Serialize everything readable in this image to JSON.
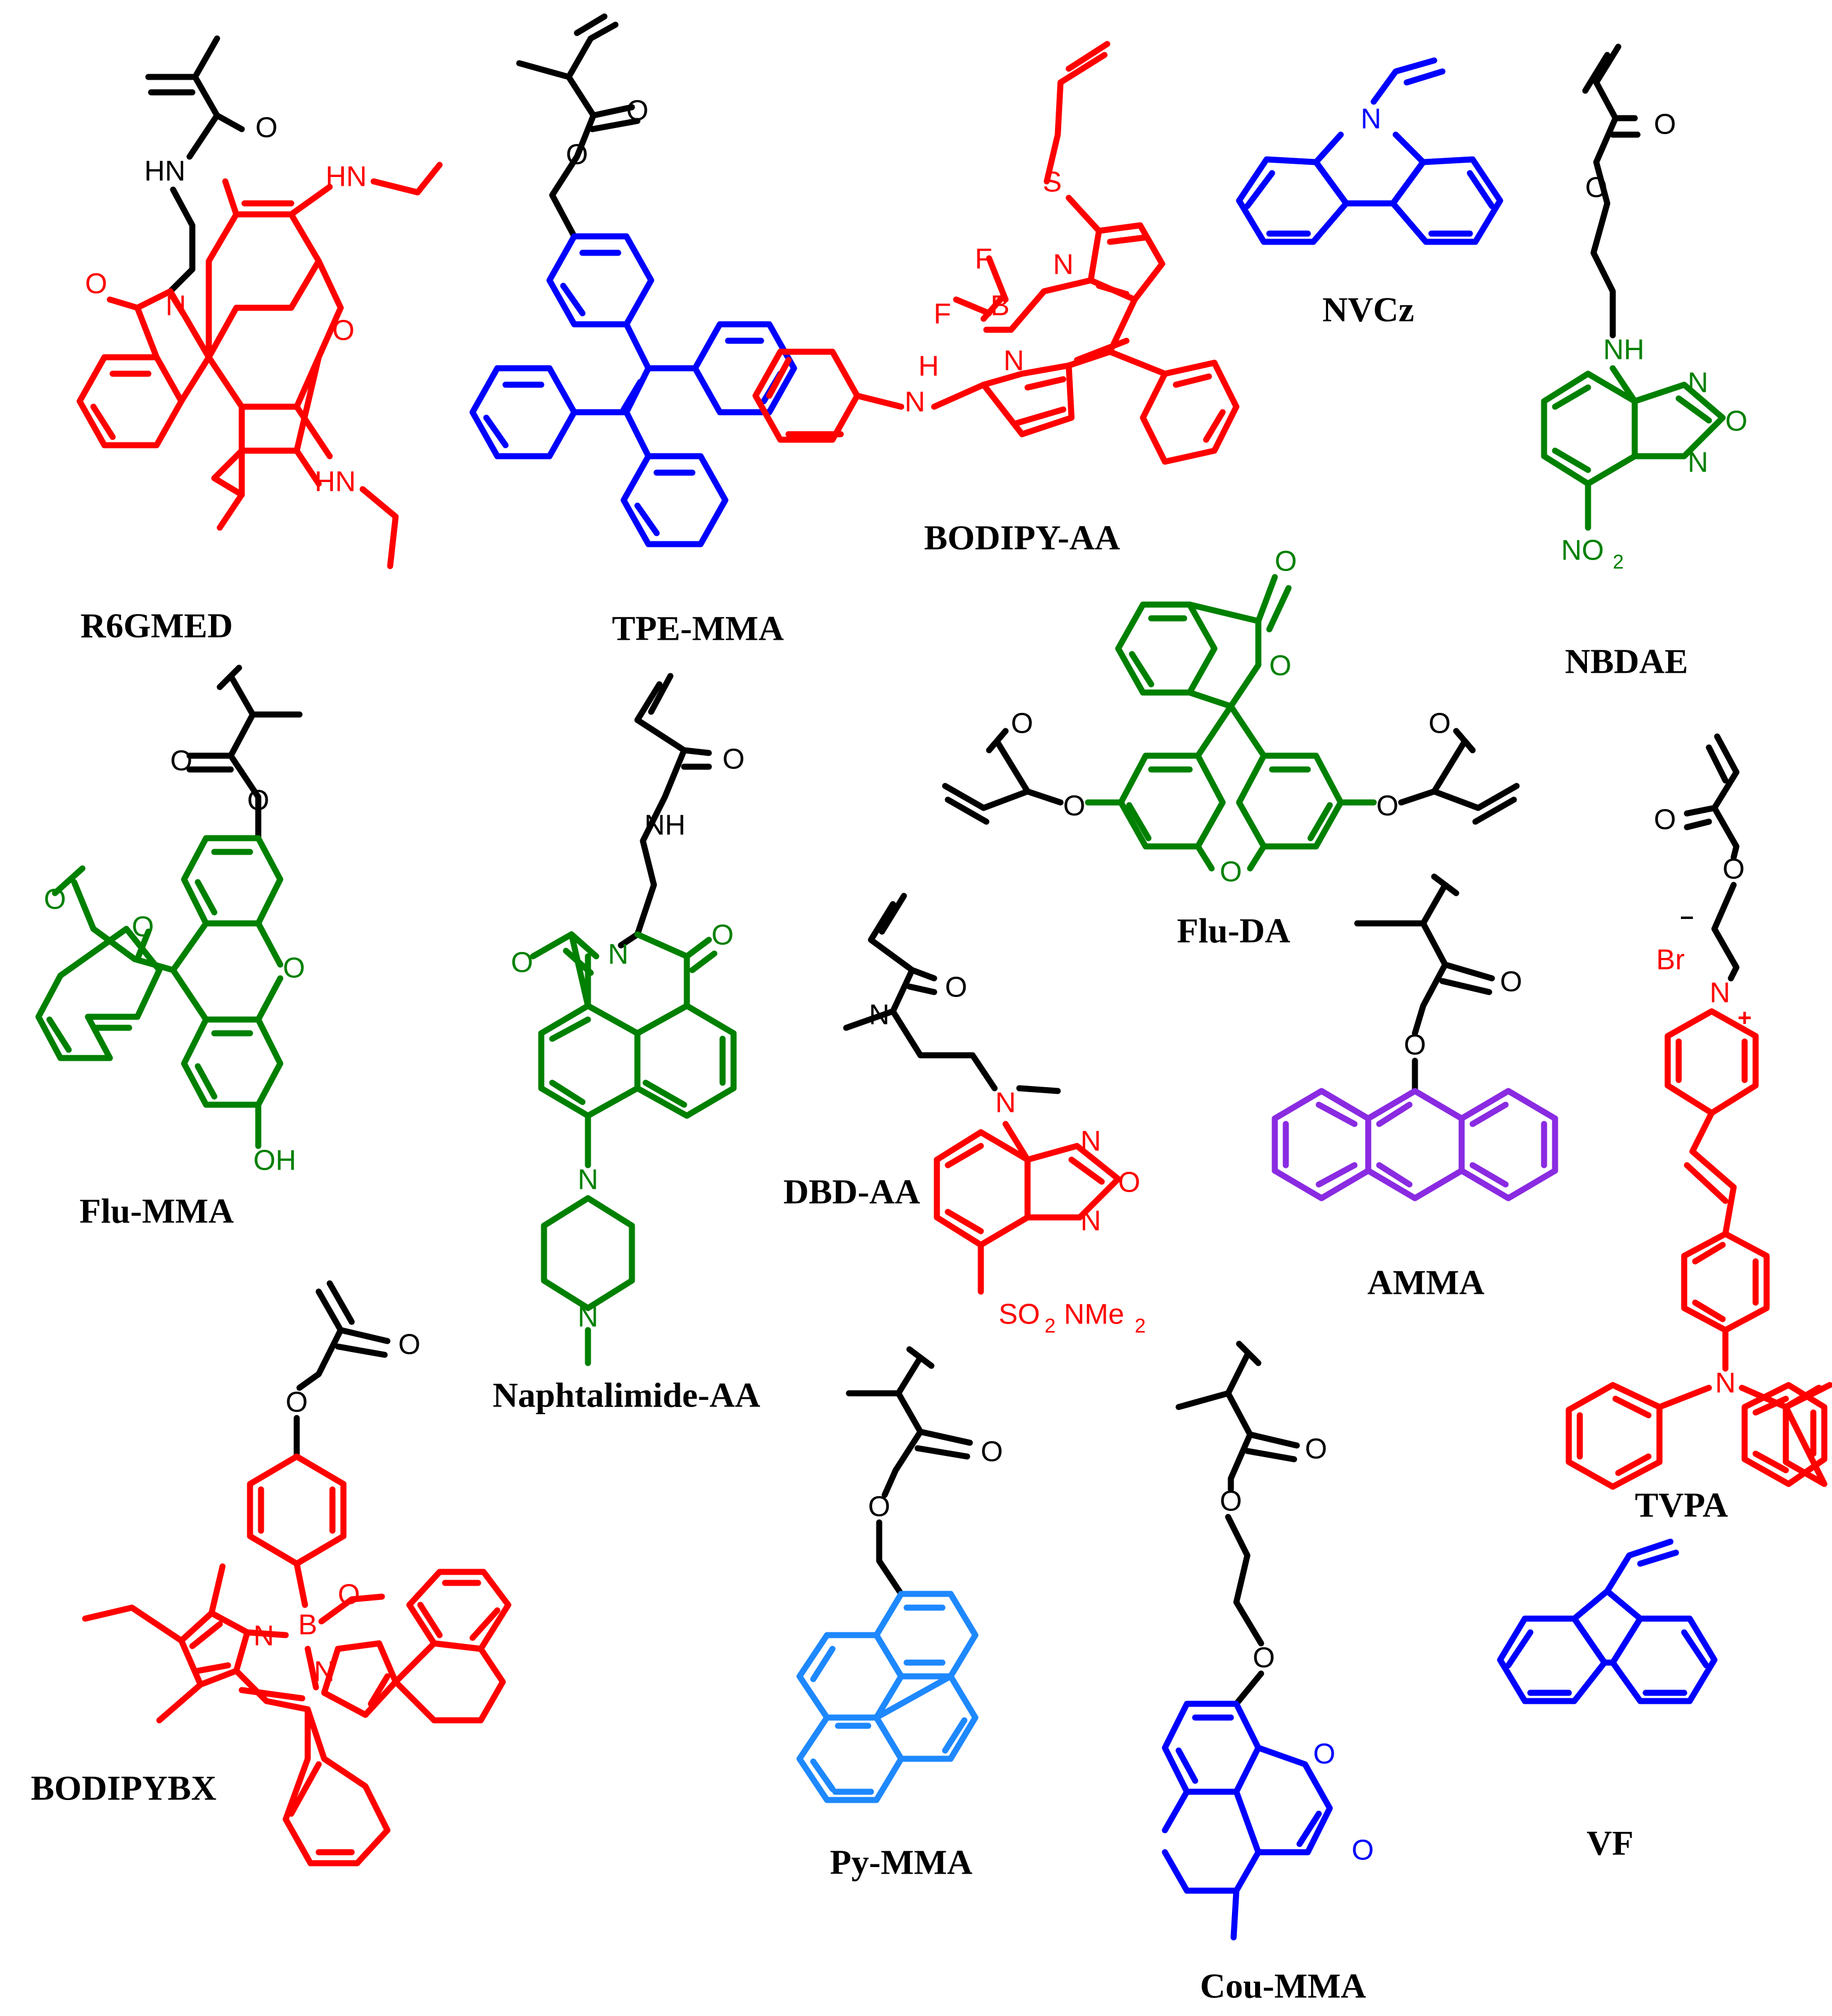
{
  "colors": {
    "black": "#000000",
    "red": "#ff0000",
    "blue": "#0000ff",
    "green": "#008000",
    "purple": "#8a2be2",
    "skyblue": "#1e88ff"
  },
  "molecules": [
    {
      "name": "R6GMED",
      "color": "red"
    },
    {
      "name": "TPE-MMA",
      "color": "blue"
    },
    {
      "name": "BODIPY-AA",
      "color": "red"
    },
    {
      "name": "NVCz",
      "color": "blue"
    },
    {
      "name": "NBDAE",
      "color": "green"
    },
    {
      "name": "Flu-DA",
      "color": "green"
    },
    {
      "name": "Flu-MMA",
      "color": "green"
    },
    {
      "name": "Naphtalimide-AA",
      "color": "green"
    },
    {
      "name": "DBD-AA",
      "color": "red"
    },
    {
      "name": "AMMA",
      "color": "purple"
    },
    {
      "name": "TVPA",
      "color": "red"
    },
    {
      "name": "BODIPYBX",
      "color": "red"
    },
    {
      "name": "Py-MMA",
      "color": "skyblue"
    },
    {
      "name": "Cou-MMA",
      "color": "blue"
    },
    {
      "name": "VF",
      "color": "blue"
    }
  ],
  "atoms": {
    "O": "O",
    "N": "N",
    "S": "S",
    "F": "F",
    "B": "B",
    "HN": "HN",
    "NH": "NH",
    "H": "H",
    "OH": "OH",
    "NO": "NO",
    "two": "2",
    "SO": "SO",
    "NMe": "NMe",
    "Br": "Br",
    "minus": "–",
    "plus": "+"
  }
}
